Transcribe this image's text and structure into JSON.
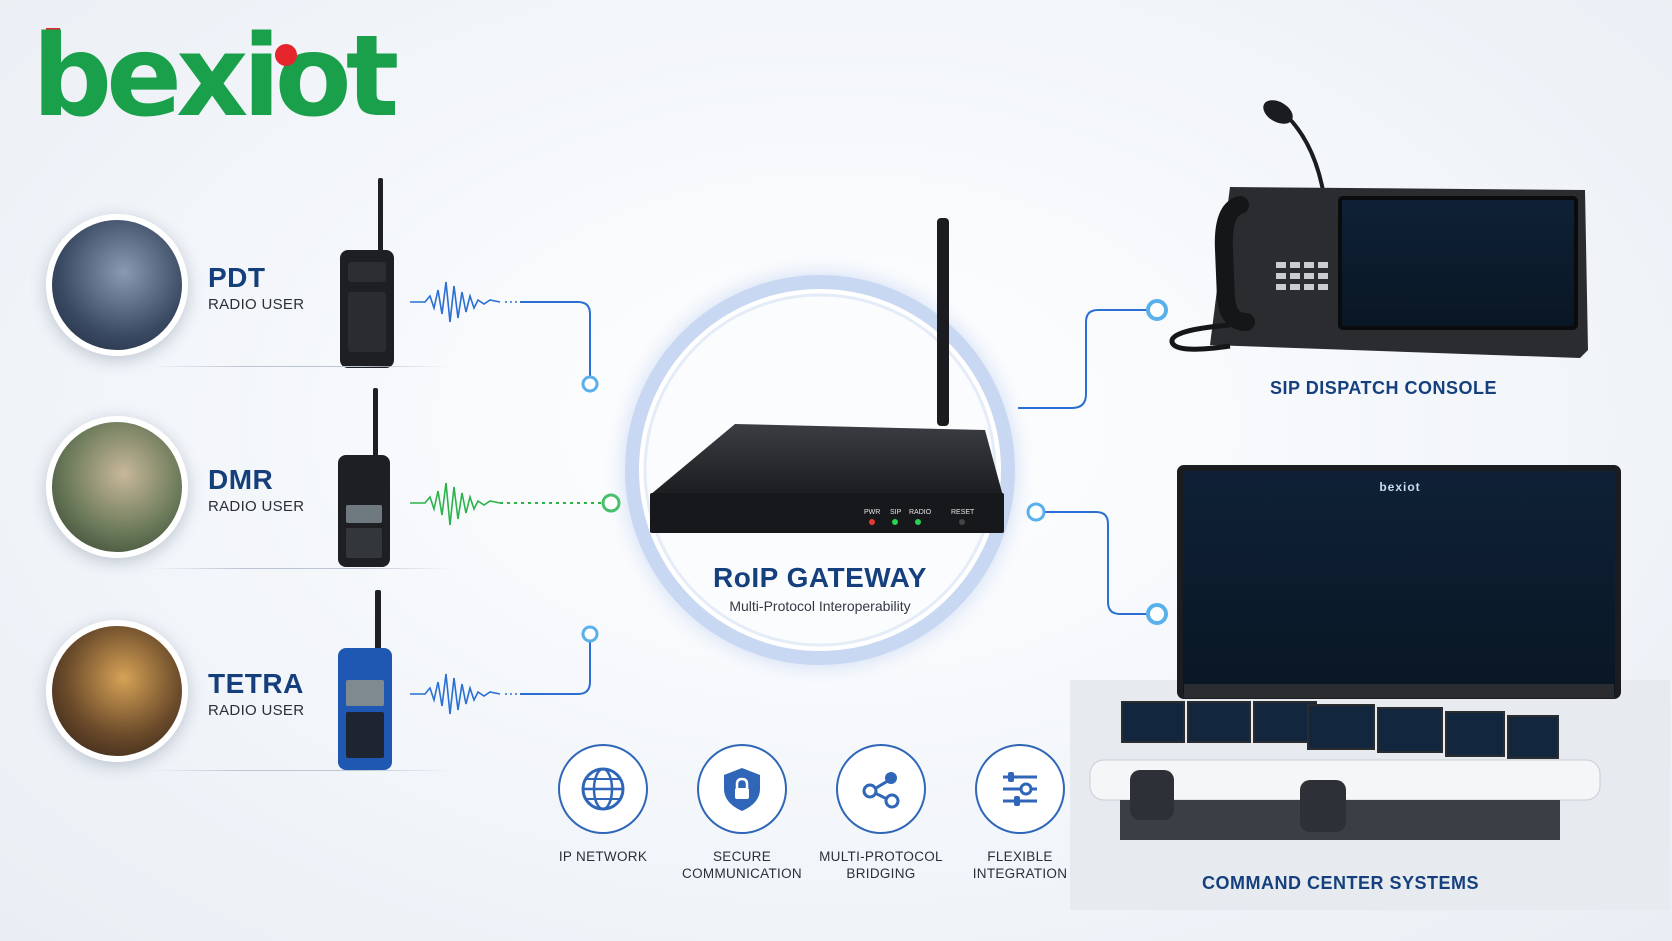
{
  "brand": {
    "logo_text": "bexiot"
  },
  "users": [
    {
      "protocol": "PDT",
      "role": "RADIO USER"
    },
    {
      "protocol": "DMR",
      "role": "RADIO USER"
    },
    {
      "protocol": "TETRA",
      "role": "RADIO USER"
    }
  ],
  "gateway": {
    "title": "RoIP GATEWAY",
    "subtitle": "Multi-Protocol Interoperability",
    "panel_labels": [
      "PWR",
      "SIP",
      "RADIO",
      "RESET"
    ]
  },
  "targets": {
    "console_label": "SIP DISPATCH CONSOLE",
    "command_label": "COMMAND CENTER SYSTEMS",
    "screen_brand": "bexiot"
  },
  "features": [
    {
      "line1": "IP NETWORK",
      "line2": "",
      "icon": "globe-icon"
    },
    {
      "line1": "SECURE",
      "line2": "COMMUNICATION",
      "icon": "shield-lock-icon"
    },
    {
      "line1": "MULTI-PROTOCOL",
      "line2": "BRIDGING",
      "icon": "share-icon"
    },
    {
      "line1": "FLEXIBLE",
      "line2": "INTEGRATION",
      "icon": "sliders-icon"
    }
  ],
  "colors": {
    "brand_green": "#1aa04a",
    "brand_red": "#e5252b",
    "navy": "#15407d",
    "wave_blue": "#2a6fd1",
    "wave_green": "#2bb34a"
  }
}
